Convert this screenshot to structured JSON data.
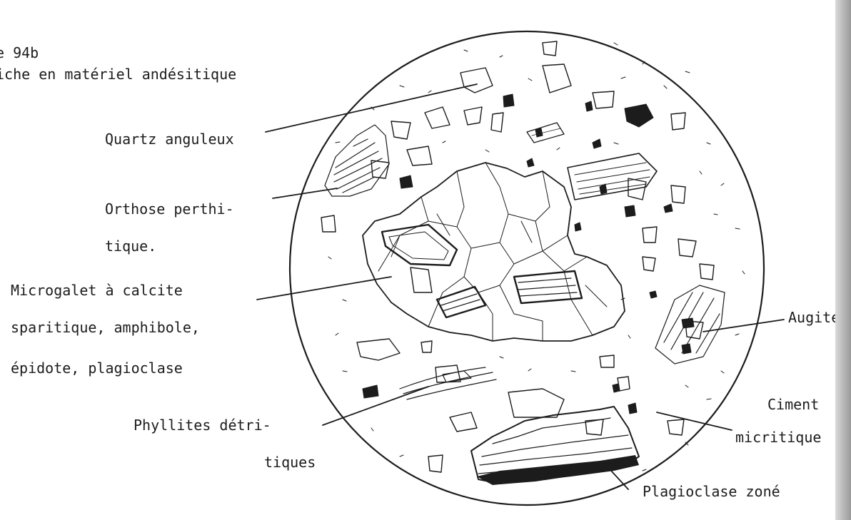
{
  "figure": {
    "ref_fragment": "e 94b",
    "caption_fragment": "iche en matériel andésitique"
  },
  "labels": {
    "quartz": "Quartz anguleux",
    "orthose_1": "Orthose perthi-",
    "orthose_2": "tique.",
    "microgalet_1": "Microgalet à calcite",
    "microgalet_2": "sparitique, amphibole,",
    "microgalet_3": "épidote, plagioclase",
    "phyllites_1": "Phyllites détri-",
    "phyllites_2": "tiques",
    "augite": "Augite",
    "ciment_1": "Ciment",
    "ciment_2": "micritique",
    "plagioclase": "Plagioclase zoné"
  },
  "colors": {
    "ink": "#1c1c1c",
    "paper": "#ffffff"
  }
}
